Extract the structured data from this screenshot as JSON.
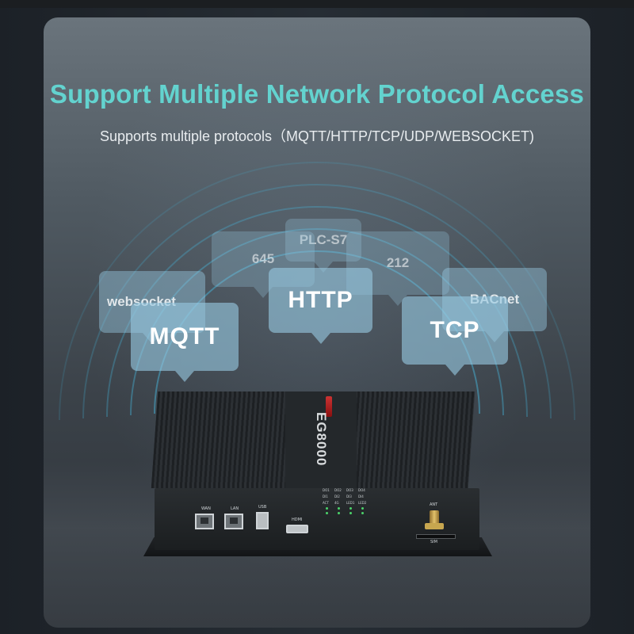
{
  "headline": "Support Multiple Network Protocol Access",
  "subheadline": "Supports multiple protocols（MQTT/HTTP/TCP/UDP/WEBSOCKET)",
  "bubbles": {
    "websocket": "websocket",
    "mqtt": "MQTT",
    "b645": "645",
    "plc": "PLC-S7",
    "http": "HTTP",
    "b212": "212",
    "bacnet": "BACnet",
    "tcp": "TCP"
  },
  "device": {
    "model": "EG8000",
    "ports": [
      "WAN",
      "LAN",
      "USB",
      "HDMI"
    ],
    "led_labels": [
      [
        "DO1",
        "DO2",
        "DO3",
        "DO4"
      ],
      [
        "DI1",
        "DI2",
        "DI3",
        "DI4"
      ],
      [
        "ACT",
        "4G",
        "LED1",
        "LED2"
      ]
    ],
    "antenna_label": "ANT",
    "sim_label": "SIM"
  },
  "colors": {
    "headline": "#63d3cf",
    "bubble": "#96c8e1",
    "led": "#4bd36a"
  }
}
